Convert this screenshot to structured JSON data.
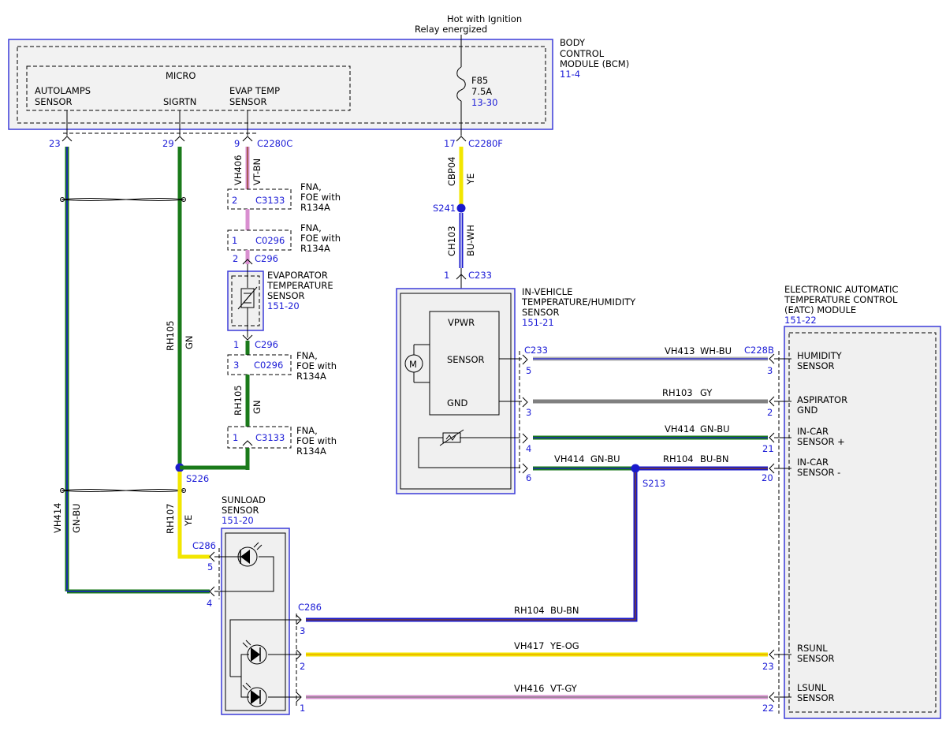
{
  "power_source": {
    "line1": "Hot with Ignition",
    "line2": "Relay energized"
  },
  "bcm": {
    "name_lines": [
      "BODY",
      "CONTROL",
      "MODULE (BCM)"
    ],
    "ref": "11-4",
    "micro_label": "MICRO",
    "autolamps_lines": [
      "AUTOLAMPS",
      "SENSOR"
    ],
    "sigrtn": "SIGRTN",
    "evap_lines": [
      "EVAP TEMP",
      "SENSOR"
    ],
    "fuse_name": "F85",
    "fuse_rating": "7.5A",
    "fuse_ref": "13-30"
  },
  "bcm_pins": {
    "p23": "23",
    "p29": "29",
    "p9": "9",
    "c2280c": "C2280C",
    "p17": "17",
    "c2280f": "C2280F"
  },
  "wires": {
    "vh406": "VH406",
    "vh406_color": "VT-BN",
    "rh105": "RH105",
    "rh105_color": "GN",
    "rh105b": "RH105",
    "rh105b_color": "GN",
    "vh414_left": "VH414",
    "vh414_left_color": "GN-BU",
    "rh107": "RH107",
    "rh107_color": "YE",
    "cbp04": "CBP04",
    "cbp04_color": "YE",
    "ch103": "CH103",
    "ch103_color": "BU-WH",
    "vh413": "VH413",
    "vh413_color": "WH-BU",
    "rh103": "RH103",
    "rh103_color": "GY",
    "vh414_r": "VH414",
    "vh414_r_color": "GN-BU",
    "vh414_s": "VH414",
    "vh414_s_color": "GN-BU",
    "rh104_r": "RH104",
    "rh104_r_color": "BU-BN",
    "rh104_b": "RH104",
    "rh104_b_color": "BU-BN",
    "vh417": "VH417",
    "vh417_color": "YE-OG",
    "vh416": "VH416",
    "vh416_color": "VT-GY"
  },
  "inline_connectors": {
    "c3133_top": {
      "pin": "2",
      "id": "C3133",
      "note": [
        "FNA,",
        "FOE with",
        "R134A"
      ]
    },
    "c0296_top": {
      "pin": "1",
      "id": "C0296",
      "note": [
        "FNA,",
        "FOE with",
        "R134A"
      ]
    },
    "c0296_bot": {
      "pin": "3",
      "id": "C0296",
      "note": [
        "FNA,",
        "FOE with",
        "R134A"
      ]
    },
    "c3133_bot": {
      "pin": "1",
      "id": "C3133",
      "note": [
        "FNA,",
        "FOE with",
        "R134A"
      ]
    }
  },
  "evap_sensor": {
    "name_lines": [
      "EVAPORATOR",
      "TEMPERATURE",
      "SENSOR"
    ],
    "ref": "151-20",
    "top_pin": "2",
    "top_conn": "C296",
    "bot_pin": "1",
    "bot_conn": "C296"
  },
  "splices": {
    "s226": "S226",
    "s241": "S241",
    "s213": "S213"
  },
  "ivth": {
    "name_lines": [
      "IN-VEHICLE",
      "TEMPERATURE/HUMIDITY",
      "SENSOR"
    ],
    "ref": "151-21",
    "conn": "C233",
    "top_pin": "1",
    "top_conn": "C233",
    "vpwr": "VPWR",
    "sensor": "SENSOR",
    "gnd": "GND",
    "motor": "M",
    "pins": {
      "p5": "5",
      "p3": "3",
      "p4": "4",
      "p6": "6"
    }
  },
  "eatc": {
    "name_lines": [
      "ELECTRONIC AUTOMATIC",
      "TEMPERATURE CONTROL",
      "(EATC) MODULE"
    ],
    "ref": "151-22",
    "conn": "C228B",
    "humidity": [
      "HUMIDITY",
      "SENSOR"
    ],
    "aspirator": [
      "ASPIRATOR",
      "GND"
    ],
    "incar_plus": [
      "IN-CAR",
      "SENSOR +"
    ],
    "incar_minus": [
      "IN-CAR",
      "SENSOR -"
    ],
    "rsunl": [
      "RSUNL",
      "SENSOR"
    ],
    "lsunl": [
      "LSUNL",
      "SENSOR"
    ],
    "pins": {
      "p3": "3",
      "p2": "2",
      "p21": "21",
      "p20": "20",
      "p23": "23",
      "p22": "22"
    }
  },
  "sunload": {
    "name_lines": [
      "SUNLOAD",
      "SENSOR"
    ],
    "ref": "151-20",
    "conn_top": "C286",
    "conn_bot": "C286",
    "pins": {
      "p5": "5",
      "p4": "4",
      "p3": "3",
      "p2": "2",
      "p1": "1"
    }
  },
  "colors": {
    "green": "#1a7a1a",
    "yellow": "#f2e600",
    "blue": "#1a1acc",
    "violet": "#d98fd0",
    "gray": "#808080",
    "orange": "#e8a000",
    "border_blue": "#3b3bd9"
  }
}
